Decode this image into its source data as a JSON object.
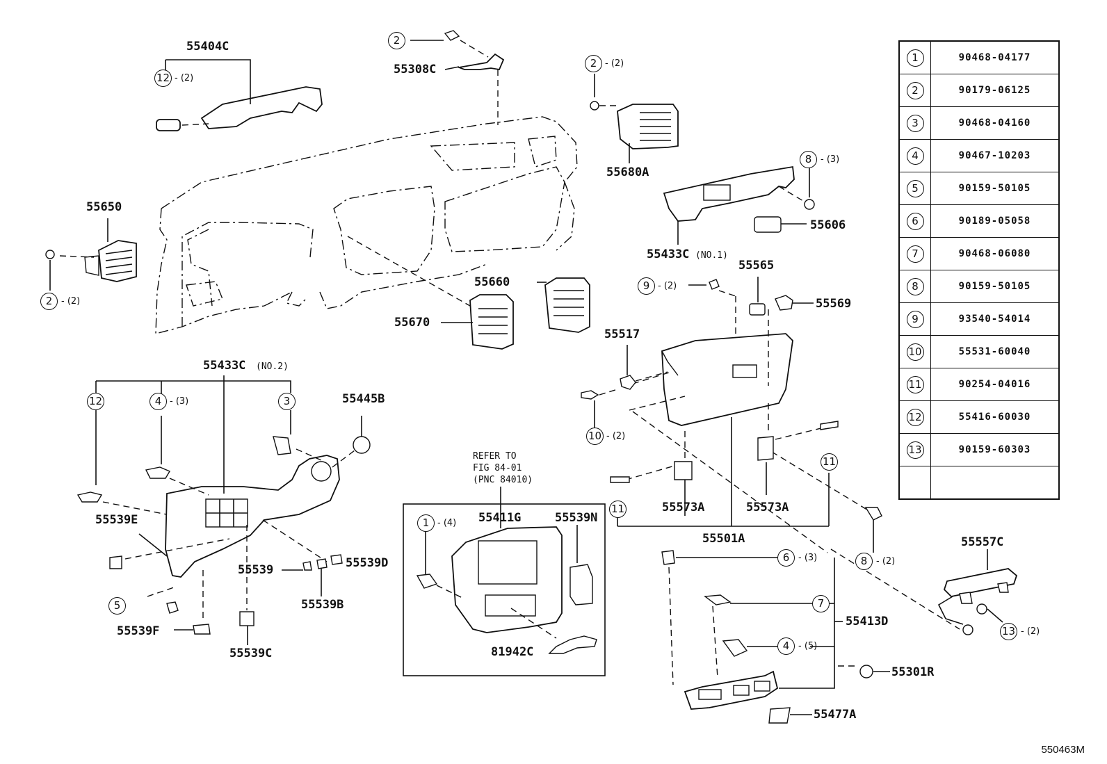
{
  "legend": [
    {
      "n": "1",
      "part": "90468-04177"
    },
    {
      "n": "2",
      "part": "90179-06125"
    },
    {
      "n": "3",
      "part": "90468-04160"
    },
    {
      "n": "4",
      "part": "90467-10203"
    },
    {
      "n": "5",
      "part": "90159-50105"
    },
    {
      "n": "6",
      "part": "90189-05058"
    },
    {
      "n": "7",
      "part": "90468-06080"
    },
    {
      "n": "8",
      "part": "90159-50105"
    },
    {
      "n": "9",
      "part": "93540-54014"
    },
    {
      "n": "10",
      "part": "55531-60040"
    },
    {
      "n": "11",
      "part": "90254-04016"
    },
    {
      "n": "12",
      "part": "55416-60030"
    },
    {
      "n": "13",
      "part": "90159-60303"
    },
    {
      "n": "",
      "part": ""
    }
  ],
  "labels": {
    "p55404C": "55404C",
    "p55308C": "55308C",
    "p55680A": "55680A",
    "p55650": "55650",
    "p55660": "55660",
    "p55670": "55670",
    "p55433C1": "55433C",
    "p55433C1_note": "(NO.1)",
    "p55606": "55606",
    "p55565": "55565",
    "p55569": "55569",
    "p55517": "55517",
    "p55433C2": "55433C",
    "p55433C2_note": "(NO.2)",
    "p55445B": "55445B",
    "p55539E": "55539E",
    "p55539": "55539",
    "p55539D": "55539D",
    "p55539B": "55539B",
    "p55539F": "55539F",
    "p55539C": "55539C",
    "p55411G": "55411G",
    "p55539N": "55539N",
    "p81942C": "81942C",
    "p55573A_1": "55573A",
    "p55573A_2": "55573A",
    "p55501A": "55501A",
    "p55413D": "55413D",
    "p55301R": "55301R",
    "p55477A": "55477A",
    "p55557C": "55557C",
    "refer_1": "REFER TO",
    "refer_2": "FIG 84-01",
    "refer_3": "(PNC 84010)"
  },
  "callouts": {
    "c2_top": {
      "n": "2",
      "qty": ""
    },
    "c12_top": {
      "n": "12",
      "qty": "- (2)"
    },
    "c2_vent": {
      "n": "2",
      "qty": "- (2)"
    },
    "c2_left": {
      "n": "2",
      "qty": "- (2)"
    },
    "c8_top": {
      "n": "8",
      "qty": "- (3)"
    },
    "c9": {
      "n": "9",
      "qty": "- (2)"
    },
    "c10": {
      "n": "10",
      "qty": "- (2)"
    },
    "c12_low": {
      "n": "12",
      "qty": ""
    },
    "c4_low": {
      "n": "4",
      "qty": "- (3)"
    },
    "c3_low": {
      "n": "3",
      "qty": ""
    },
    "c5_low": {
      "n": "5",
      "qty": ""
    },
    "c1_box": {
      "n": "1",
      "qty": "- (4)"
    },
    "c11_left": {
      "n": "11",
      "qty": ""
    },
    "c11_right": {
      "n": "11",
      "qty": ""
    },
    "c8_low": {
      "n": "8",
      "qty": "- (2)"
    },
    "c6": {
      "n": "6",
      "qty": "- (3)"
    },
    "c7": {
      "n": "7",
      "qty": ""
    },
    "c4_right": {
      "n": "4",
      "qty": "- (5)"
    },
    "c13": {
      "n": "13",
      "qty": "- (2)"
    }
  },
  "figure_number": "550463M"
}
